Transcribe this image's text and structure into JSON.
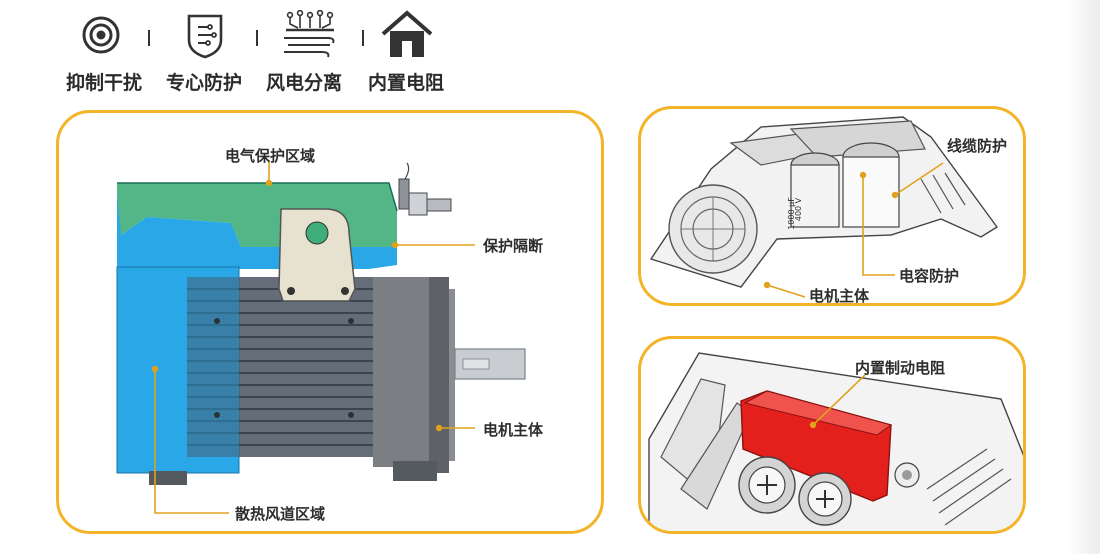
{
  "features": [
    {
      "label": "抑制干扰",
      "icon": "target-circle-icon"
    },
    {
      "label": "专心防护",
      "icon": "shield-circuit-icon"
    },
    {
      "label": "风电分离",
      "icon": "wind-circuit-icon"
    },
    {
      "label": "内置电阻",
      "icon": "house-icon"
    }
  ],
  "left_panel": {
    "callouts": {
      "protection_zone": "电气保护区域",
      "barrier": "保护隔断",
      "motor_body": "电机主体",
      "heat_zone": "散热风道区域"
    }
  },
  "top_right_panel": {
    "callouts": {
      "cable": "线缆防护",
      "capacitor": "电容防护",
      "motor_body": "电机主体"
    },
    "cap_text_1": "400 V",
    "cap_text_2": "1000 µF"
  },
  "bottom_right_panel": {
    "callouts": {
      "resistor": "内置制动电阻"
    }
  },
  "colors": {
    "accent_border": "#f3b42a",
    "callout_line": "#e0a21c",
    "green_zone": "#3fae7a",
    "blue_zone": "#2aa7e6",
    "resistor_red": "#e3201b"
  }
}
